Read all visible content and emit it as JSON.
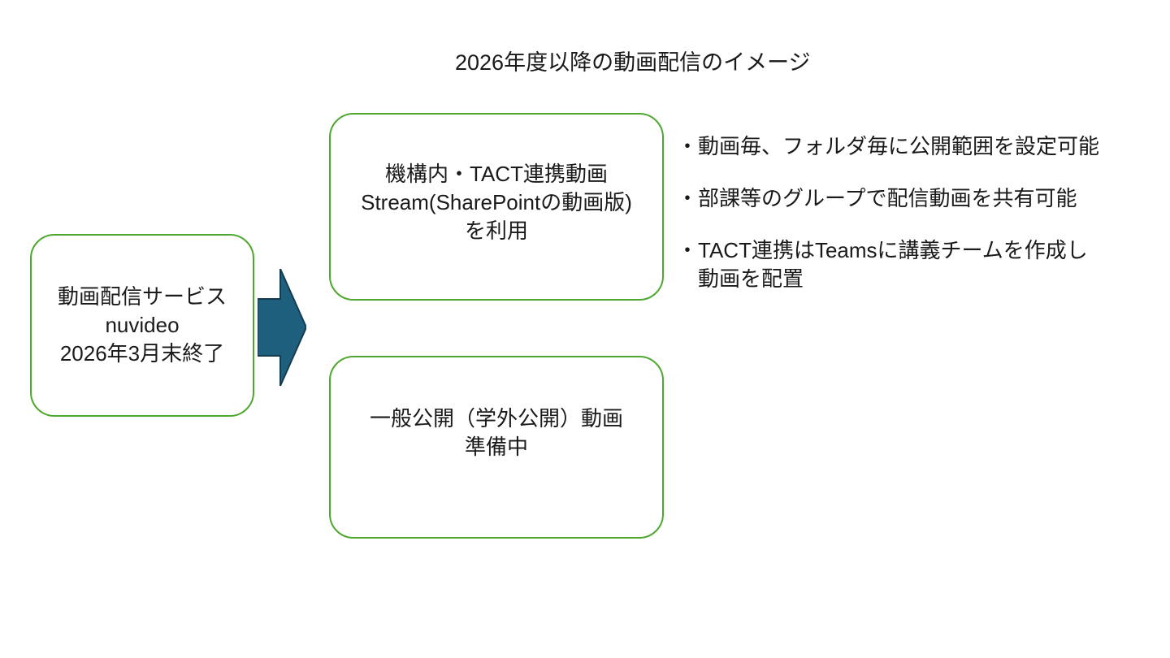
{
  "title": "2026年度以降の動画配信のイメージ",
  "colors": {
    "background": "#FFFFFF",
    "box_border": "#4EA72E",
    "arrow_fill": "#1F5F7E",
    "arrow_stroke": "#153B4F",
    "text": "#1A1A1A"
  },
  "left_box": {
    "lines": [
      "動画配信サービス",
      "nuvideo",
      "2026年3月末終了"
    ]
  },
  "top_box": {
    "lines": [
      "機構内・TACT連携動画",
      "Stream(SharePointの動画版)",
      "を利用"
    ]
  },
  "bottom_box": {
    "lines": [
      "一般公開（学外公開）動画",
      "準備中"
    ]
  },
  "bullets": [
    {
      "marker": "・",
      "line1": "動画毎、フォルダ毎に公開範囲を設定可能",
      "line2": ""
    },
    {
      "marker": "・",
      "line1": "部課等のグループで配信動画を共有可能",
      "line2": ""
    },
    {
      "marker": "・",
      "line1": "TACT連携はTeamsに講義チームを作成し",
      "line2": "動画を配置"
    }
  ],
  "arrow": {
    "name": "right-block-arrow"
  }
}
